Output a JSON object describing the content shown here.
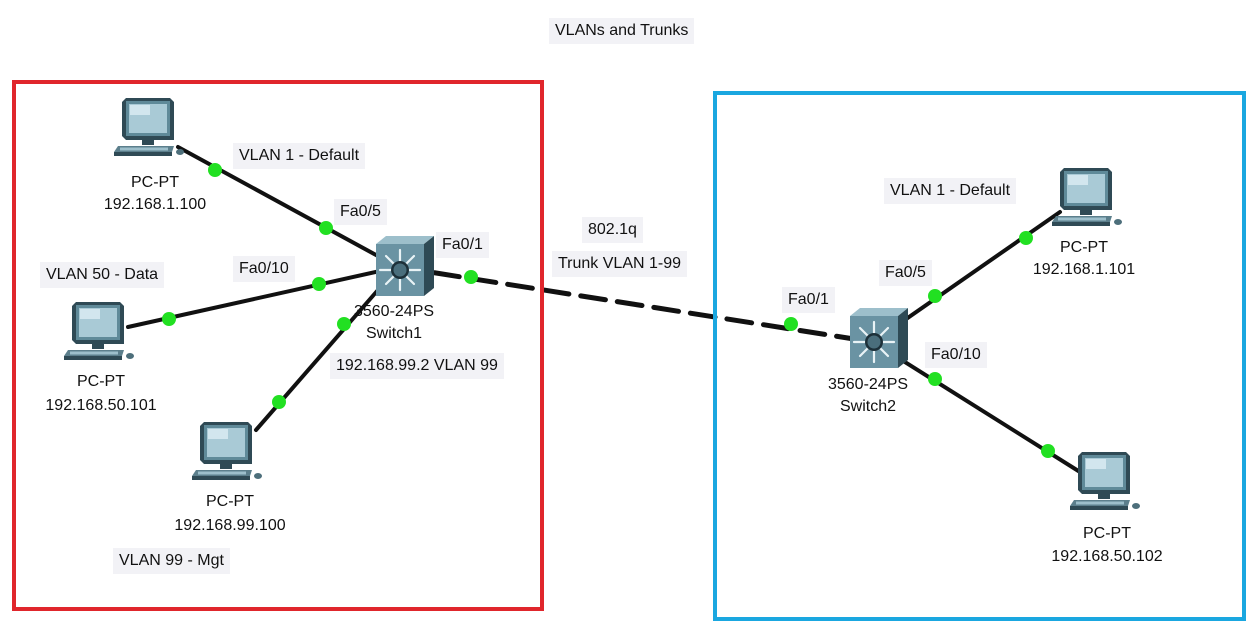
{
  "title": "VLANs and Trunks",
  "colors": {
    "left_zone": "#e0262c",
    "right_zone": "#1aa7e0",
    "link": "#111111",
    "port_dot": "#22e022",
    "label_bg": "#f2f2f6"
  },
  "switch1": {
    "model": "3560-24PS",
    "name": "Switch1",
    "mgmt": "192.168.99.2 VLAN 99"
  },
  "switch2": {
    "model": "3560-24PS",
    "name": "Switch2"
  },
  "trunk": {
    "encap": "802.1q",
    "desc": "Trunk VLAN 1-99",
    "port_s1": "Fa0/1",
    "port_s2": "Fa0/1"
  },
  "pcs": [
    {
      "type": "PC-PT",
      "ip": "192.168.1.100"
    },
    {
      "type": "PC-PT",
      "ip": "192.168.50.101"
    },
    {
      "type": "PC-PT",
      "ip": "192.168.99.100"
    },
    {
      "type": "PC-PT",
      "ip": "192.168.1.101"
    },
    {
      "type": "PC-PT",
      "ip": "192.168.50.102"
    }
  ],
  "ports": {
    "s1_fa05": "Fa0/5",
    "s1_fa010": "Fa0/10",
    "s2_fa05": "Fa0/5",
    "s2_fa010": "Fa0/10"
  },
  "vlans": {
    "left_default": "VLAN 1 - Default",
    "left_data": "VLAN 50 - Data",
    "left_mgt": "VLAN 99 - Mgt",
    "right_default": "VLAN 1 - Default"
  }
}
